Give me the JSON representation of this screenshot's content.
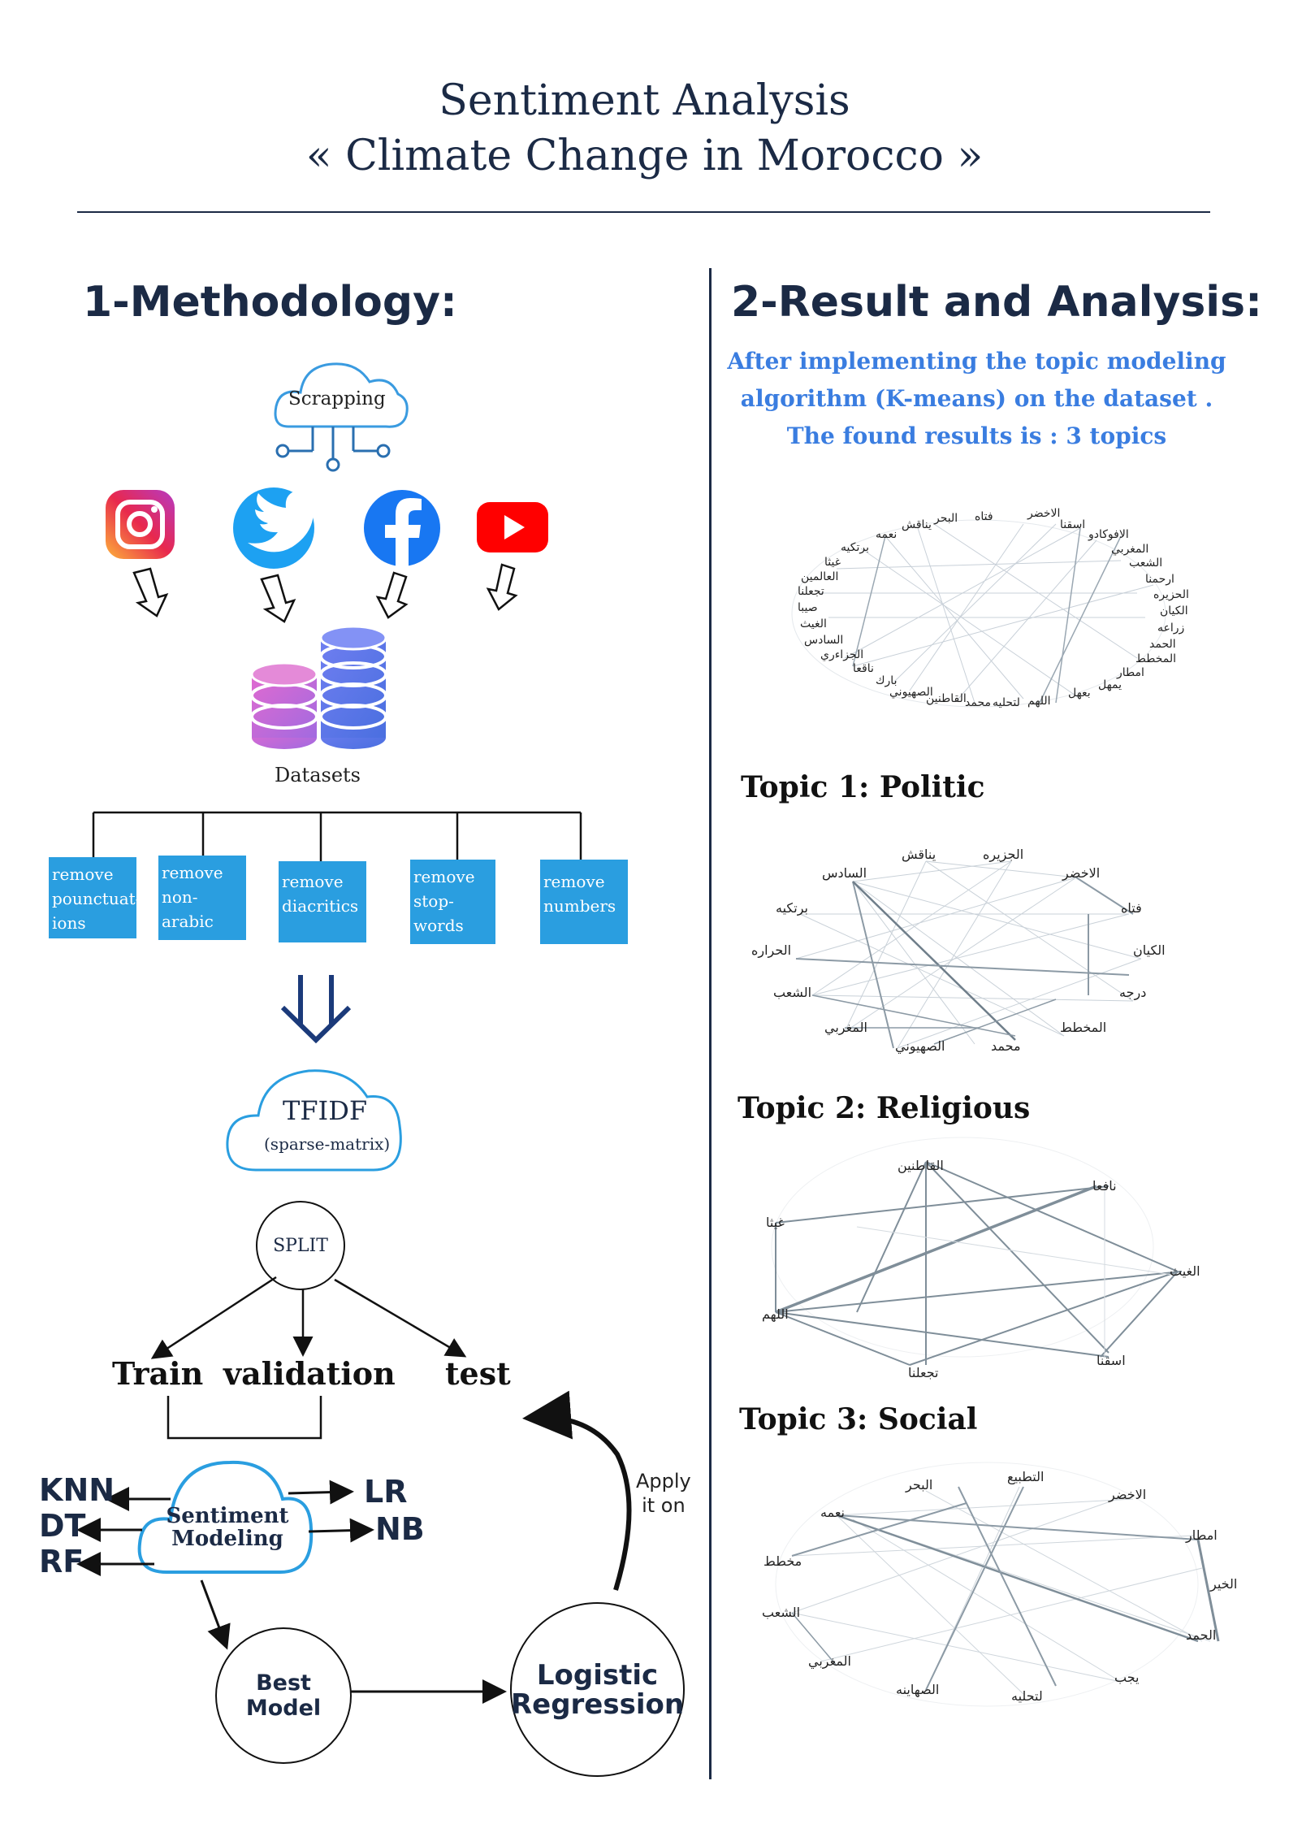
{
  "header": {
    "title_line1": "Sentiment Analysis",
    "title_line2": "« Climate Change in Morocco »"
  },
  "methodology": {
    "heading": "1-Methodology:",
    "scrapping": "Scrapping",
    "sources": [
      "instagram-icon",
      "twitter-icon",
      "facebook-icon",
      "youtube-icon"
    ],
    "datasets": "Datasets",
    "preprocessing_steps": [
      {
        "lines": [
          "remove",
          "pounctuat-",
          "ions"
        ]
      },
      {
        "lines": [
          "remove",
          "non-",
          "arabic"
        ]
      },
      {
        "lines": [
          "remove",
          "diacritics"
        ]
      },
      {
        "lines": [
          "remove",
          "stop-",
          "words"
        ]
      },
      {
        "lines": [
          "remove",
          "numbers"
        ]
      }
    ],
    "tfidf": "TFIDF",
    "tfidf_sub": "(sparse-matrix)",
    "split": "SPLIT",
    "train": "Train",
    "validation": "validation",
    "test": "test",
    "sentiment_modeling_line1": "Sentiment",
    "sentiment_modeling_line2": "Modeling",
    "models_left": [
      "KNN",
      "DT",
      "RF"
    ],
    "models_right": [
      "LR",
      "NB"
    ],
    "best_model": "Best Model",
    "logistic_line1": "Logistic",
    "logistic_line2": "Regression",
    "apply_line1": "Apply",
    "apply_line2": "it on"
  },
  "results": {
    "heading": "2-Result and Analysis:",
    "intro_line1": "After implementing the topic modeling",
    "intro_line2": "algorithm (K-means) on the dataset .",
    "intro_line3": "The found results is : 3 topics",
    "topic1": "Topic 1: Politic",
    "topic2": "Topic 2: Religious",
    "topic3": "Topic 3: Social",
    "overview_words": [
      "فتاه",
      "الاخضر",
      "البحر",
      "اسقنا",
      "الافوكادو",
      "المغربي",
      "الشعب",
      "ارحمنا",
      "الحزيره",
      "الكيان",
      "زراعه",
      "الحمد",
      "المخطط",
      "امطار",
      "يمهل",
      "بعهل",
      "اللهم",
      "لتحليه",
      "محمد",
      "القاطنين",
      "الصهيوني",
      "بارك",
      "ناقعا",
      "الجزاءري",
      "السادس",
      "الغيث",
      "صيبا",
      "تجعلنا",
      "العالمين",
      "غيثا",
      "برتكيه",
      "نعمه",
      "يناقش"
    ],
    "topic1_words": [
      "الجزيره",
      "يناقش",
      "السادس",
      "الاخضر",
      "برتكيه",
      "فتاه",
      "الحراره",
      "الكيان",
      "الشعب",
      "درجه",
      "المغربي",
      "المخطط",
      "الصهيوني",
      "محمد"
    ],
    "topic2_words": [
      "القاطنين",
      "نافعا",
      "غيثا",
      "الغيث",
      "اللهم",
      "اسقنا",
      "تجعلنا"
    ],
    "topic3_words": [
      "التطبيع",
      "البحر",
      "الاخضر",
      "نعمه",
      "امطار",
      "مخطط",
      "الخير",
      "الشعب",
      "الحمد",
      "المغربي",
      "يجب",
      "الصهاينه",
      "لتحليه"
    ]
  },
  "colors": {
    "navy": "#1b2a45",
    "accent_blue": "#2a9ee0",
    "intro_blue": "#3a7de0"
  }
}
